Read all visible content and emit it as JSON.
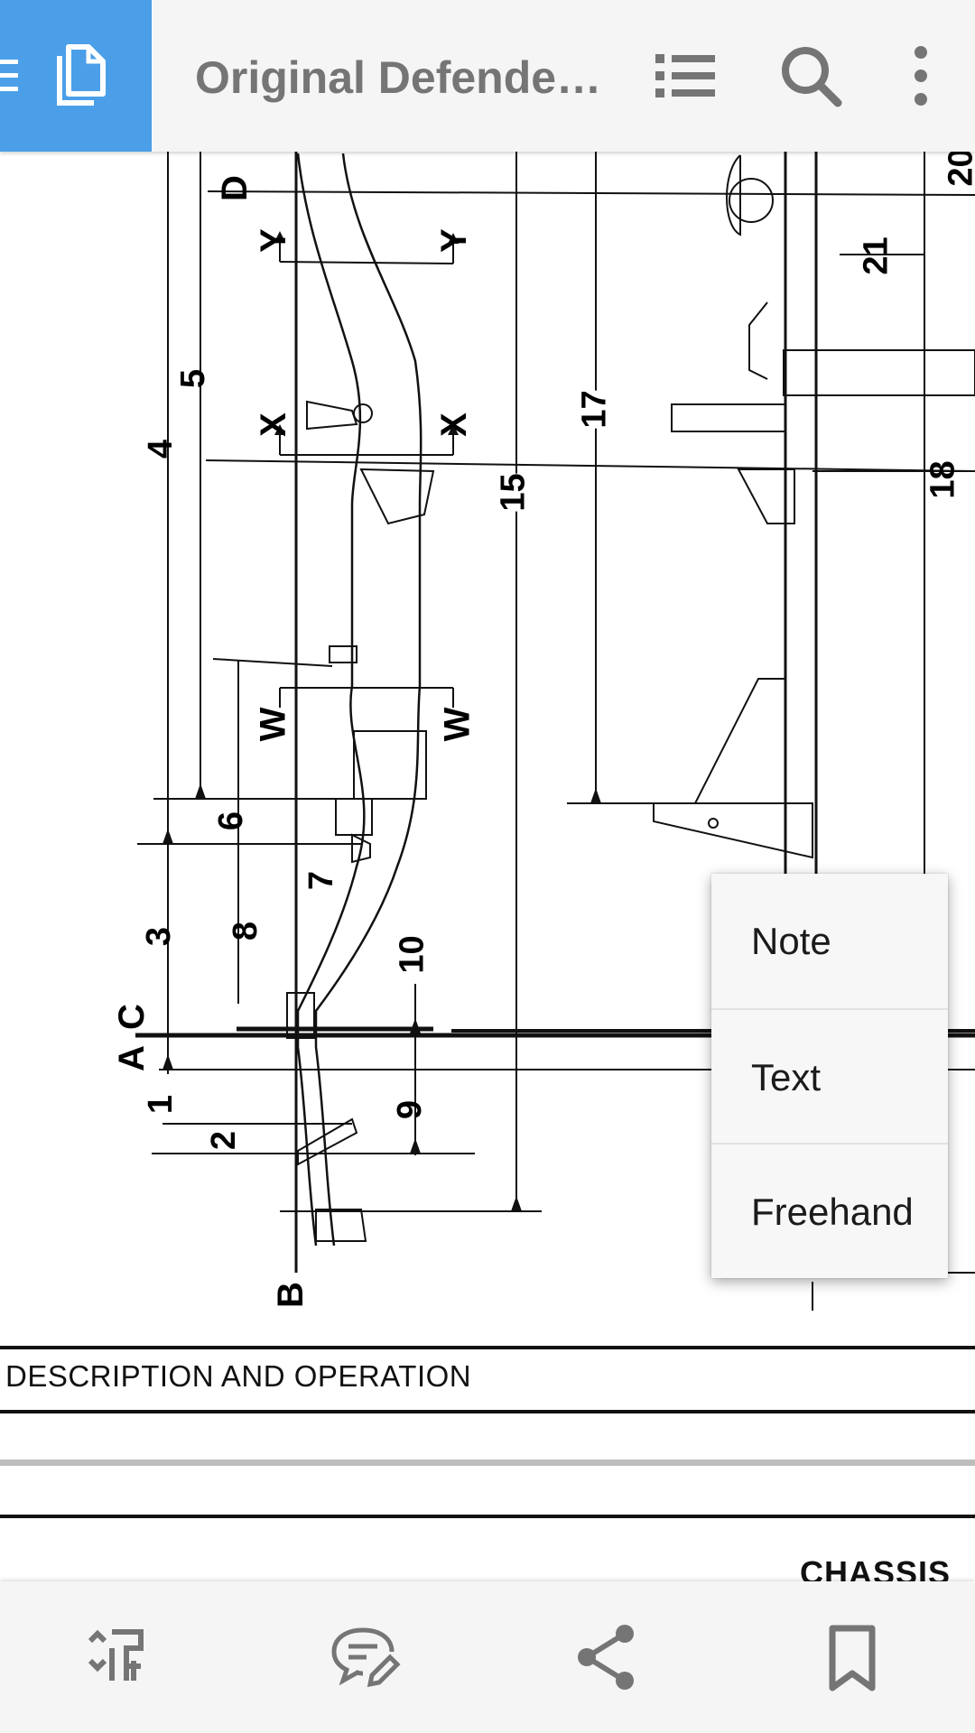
{
  "appbar": {
    "title": "Original Defende…",
    "icons": [
      "menu-icon",
      "documents-icon",
      "outline-list-icon",
      "search-icon",
      "more-vert-icon"
    ]
  },
  "drawing": {
    "labels": [
      "D",
      "Y",
      "Y",
      "X",
      "X",
      "W",
      "W",
      "4",
      "5",
      "6",
      "7",
      "8",
      "3",
      "A",
      "C",
      "1",
      "2",
      "10",
      "9",
      "15",
      "17",
      "21",
      "18",
      "B",
      "20"
    ]
  },
  "document": {
    "section_heading": "DESCRIPTION AND OPERATION",
    "page_heading_partial": "CHASSIS"
  },
  "menu": {
    "items": [
      "Note",
      "Text",
      "Freehand"
    ]
  },
  "bottombar": {
    "icons": [
      "reflow-icon",
      "annotate-comment-icon",
      "share-icon",
      "bookmark-icon"
    ]
  },
  "colors": {
    "accent": "#4a9fe8",
    "bar_bg": "#f5f5f5",
    "icon_grey": "#757575"
  }
}
